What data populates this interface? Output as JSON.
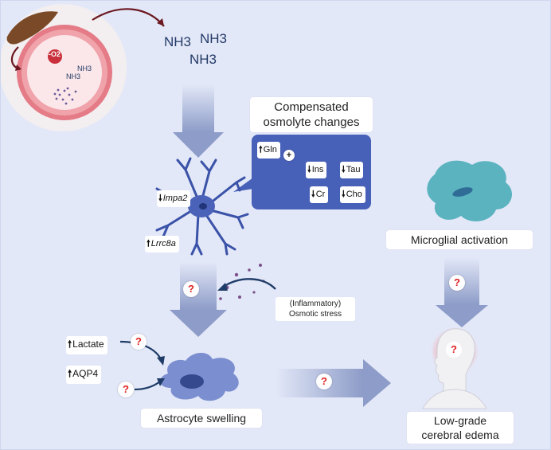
{
  "ammonia": {
    "vessel_small": [
      "-O2",
      "NH3",
      "NH3"
    ],
    "released": [
      "NH3",
      "NH3",
      "NH3"
    ]
  },
  "osmolyte": {
    "title_line1": "Compensated",
    "title_line2": "osmolyte changes",
    "items": [
      {
        "dir": "up",
        "name": "Gln"
      },
      {
        "dir": "down",
        "name": "Ins"
      },
      {
        "dir": "down",
        "name": "Tau"
      },
      {
        "dir": "down",
        "name": "Cr"
      },
      {
        "dir": "down",
        "name": "Cho"
      }
    ],
    "plus": "+"
  },
  "genes": [
    {
      "dir": "down",
      "name": "Impa2"
    },
    {
      "dir": "up",
      "name": "Lrrc8a"
    }
  ],
  "stress": {
    "line1": "(Inflammatory)",
    "line2": "Osmotic stress"
  },
  "factors": [
    {
      "dir": "up",
      "name": "Lactate"
    },
    {
      "dir": "up",
      "name": "AQP4"
    }
  ],
  "question_mark": "?",
  "outcomes": {
    "astrocyte": "Astrocyte swelling",
    "microglia": "Microglial activation",
    "edema_line1": "Low-grade",
    "edema_line2": "cerebral edema"
  },
  "colors": {
    "background": "#e3e8f8",
    "astrocyte": "#4a62b8",
    "osmolyte_panel": "#4760b8",
    "microglia": "#5bb3bf",
    "question": "#e02020"
  },
  "arrows": {
    "up": "🠕",
    "down": "🠗"
  }
}
